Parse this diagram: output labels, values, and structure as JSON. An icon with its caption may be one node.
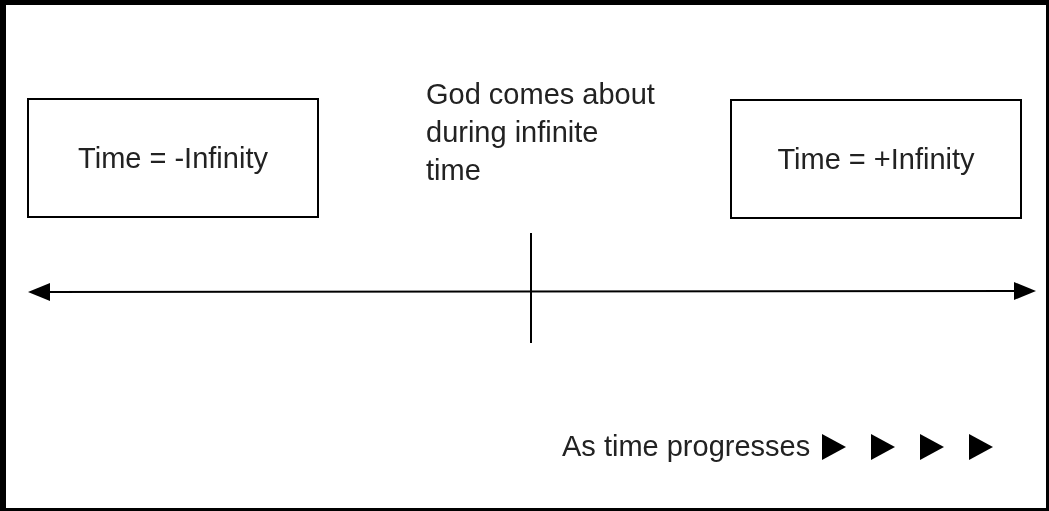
{
  "diagram": {
    "nodes": [
      {
        "text": [
          "Time = -Infinity"
        ]
      },
      {
        "text": [
          "Time = +Infinity"
        ]
      }
    ],
    "labels": [
      "God comes about during infinite time",
      "As time progresses"
    ]
  }
}
